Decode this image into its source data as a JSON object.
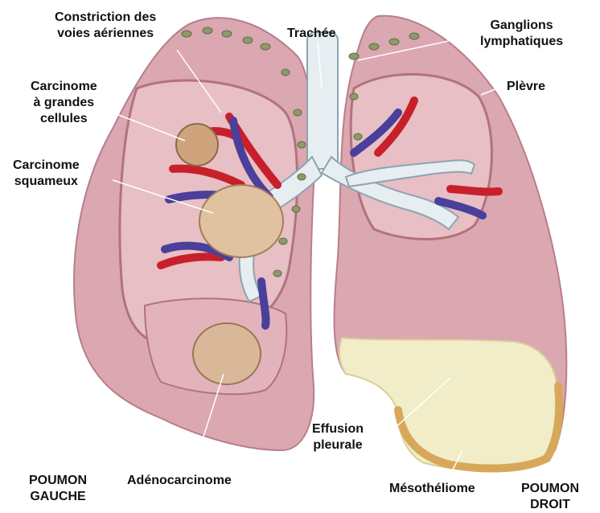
{
  "labels": {
    "constriction": [
      "Constriction des",
      "voies aériennes"
    ],
    "trachee": "Trachée",
    "ganglions": [
      "Ganglions",
      "lymphatiques"
    ],
    "plevre": "Plèvre",
    "carcinome_grandes": [
      "Carcinome",
      "à grandes",
      "cellules"
    ],
    "carcinome_squameux": [
      "Carcinome",
      "squameux"
    ],
    "effusion": [
      "Effusion",
      "pleurale"
    ],
    "mesotheliome": "Mésothéliome",
    "adenocarcinome": "Adénocarcinome",
    "poumon_gauche": [
      "POUMON",
      "GAUCHE"
    ],
    "poumon_droit": [
      "POUMON",
      "DROIT"
    ]
  },
  "colors": {
    "lung": "#dba7b1",
    "lung_dark": "#c58896",
    "lung_inner": "#e7bfc4",
    "artery": "#c8202a",
    "vein": "#4a3f9a",
    "bronchi": "#e6eef2",
    "tumor": "#d9b89a",
    "effusion": "#f1edc8",
    "mesothelioma": "#d7a85a",
    "node": "#8e9a6a"
  }
}
